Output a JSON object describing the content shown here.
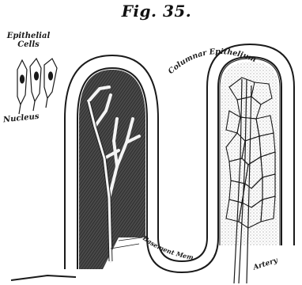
{
  "figure": {
    "title": "Fig. 35."
  },
  "labels": {
    "epithelial_line1": "Epithelial",
    "epithelial_line2": "Cells",
    "nucleus": "Nucleus",
    "columnar_epithelium": "Columnar Epithelium",
    "basement_membrane": "Basement Membrane",
    "artery": "Artery"
  },
  "colors": {
    "ink": "#1a1a1a",
    "paper": "#ffffff",
    "stroma": "#3a3a3a"
  }
}
